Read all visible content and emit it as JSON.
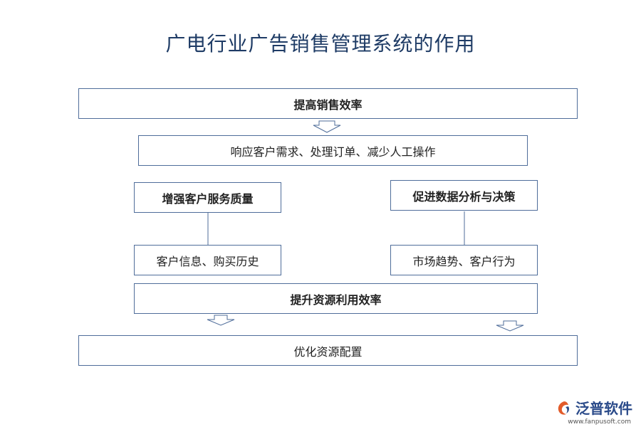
{
  "title": "广电行业广告销售管理系统的作用",
  "nodes": {
    "improve_sales": "提高销售效率",
    "respond": "响应客户需求、处理订单、减少人工操作",
    "enhance_service": "增强客户服务质量",
    "promote_analysis": "促进数据分析与决策",
    "customer_info": "客户信息、购买历史",
    "market_trends": "市场趋势、客户行为",
    "resource_efficiency": "提升资源利用效率",
    "optimize": "优化资源配置"
  },
  "logo": {
    "name": "泛普软件",
    "url": "www.fanpusoft.com"
  },
  "colors": {
    "border": "#4f6d9a",
    "title": "#1f3c66"
  }
}
